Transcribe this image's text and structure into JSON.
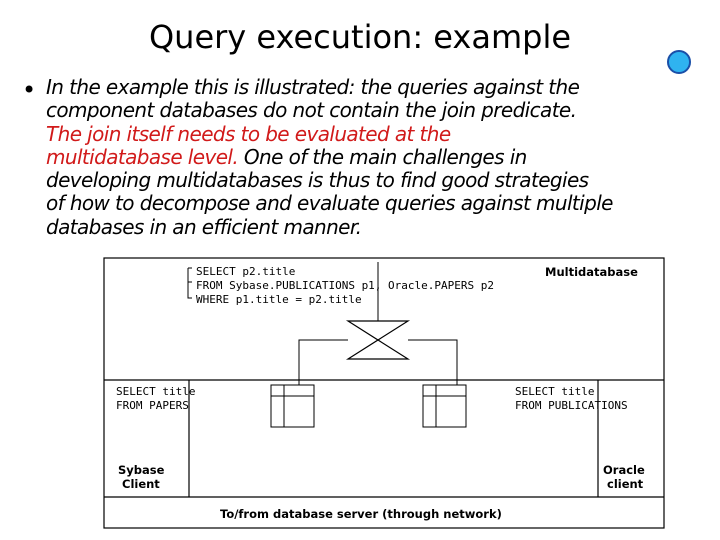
{
  "slide": {
    "title": "Query execution: example",
    "bullet_char": "•",
    "text_black_1": "In the example this is illustrated: the queries against the\ncomponent databases do not contain the join predicate.\n",
    "text_red": "The join itself needs to be evaluated at the\nmultidatabase level.",
    "text_black_2": " One of the main challenges in\ndeveloping multidatabases is thus to find good strategies\nof how to decompose and evaluate queries against multiple\ndatabases in an efficient manner."
  },
  "diagram": {
    "query_lines": [
      "SELECT p2.title",
      "FROM Sybase.PUBLICATIONS p1, Oracle.PAPERS p2",
      "WHERE p1.title = p2.title"
    ],
    "multidatabase_label": "Multidatabase",
    "left_query": [
      "SELECT title",
      "FROM PAPERS"
    ],
    "right_query": [
      "SELECT title",
      "FROM PUBLICATIONS"
    ],
    "left_client": [
      "Sybase",
      "Client"
    ],
    "right_client": [
      "Oracle",
      "client"
    ],
    "network_label": "To/from database server (through network)"
  }
}
